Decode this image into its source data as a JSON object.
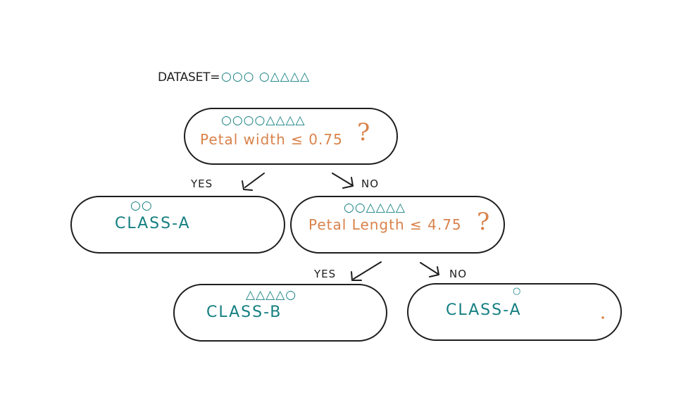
{
  "colors": {
    "outline": "#1e1e1e",
    "class_text": "#157f81",
    "question_text": "#d9824a",
    "background": "#ffffff"
  },
  "dataset": {
    "label": "DATASET=",
    "symbols": "○○○ ○△△△△"
  },
  "root": {
    "symbols": "○○○○△△△△",
    "question": "Petal width ≤ 0.75",
    "qmark": "?"
  },
  "root_edges": {
    "yes_label": "YES",
    "no_label": "NO"
  },
  "left_leaf": {
    "symbols": "○○",
    "label": "CLASS-A"
  },
  "middle": {
    "symbols": "○○△△△△",
    "question": "Petal Length ≤ 4.75",
    "qmark": "?"
  },
  "middle_edges": {
    "yes_label": "YES",
    "no_label": "NO"
  },
  "bottom_left_leaf": {
    "symbols": "△△△△○",
    "label": "CLASS-B"
  },
  "bottom_right_leaf": {
    "symbols": "○",
    "label": "CLASS-A"
  }
}
